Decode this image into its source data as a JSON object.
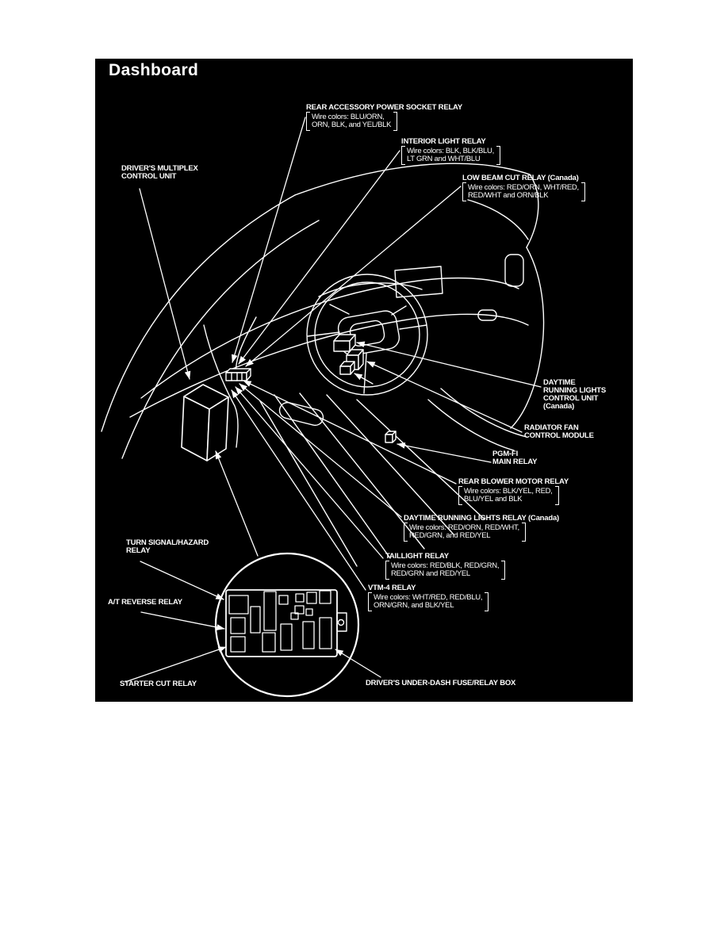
{
  "title": "Dashboard",
  "colors": {
    "page_bg": "#ffffff",
    "panel_bg": "#000000",
    "ink": "#ffffff"
  },
  "callouts": {
    "rear_accessory": {
      "title_lines": [
        "REAR ACCESSORY POWER SOCKET RELAY"
      ],
      "wire_lines": [
        "Wire colors: BLU/ORN,",
        "ORN, BLK, and YEL/BLK"
      ]
    },
    "interior_light": {
      "title_lines": [
        "INTERIOR LIGHT RELAY"
      ],
      "wire_lines": [
        "Wire colors: BLK, BLK/BLU,",
        "LT GRN and WHT/BLU"
      ]
    },
    "low_beam": {
      "title_lines": [
        "LOW BEAM CUT RELAY (Canada)"
      ],
      "wire_lines": [
        "Wire colors: RED/ORN, WHT/RED,",
        "RED/WHT and ORN/BLK"
      ]
    },
    "drivers_multiplex": {
      "title_lines": [
        "DRIVER'S MULTIPLEX",
        "CONTROL UNIT"
      ]
    },
    "drl_control_unit": {
      "title_lines": [
        "DAYTIME",
        "RUNNING LIGHTS",
        "CONTROL UNIT",
        "(Canada)"
      ]
    },
    "radiator_fan": {
      "title_lines": [
        "RADIATOR FAN",
        "CONTROL MODULE"
      ]
    },
    "pgm_fi": {
      "title_lines": [
        "PGM-FI",
        "MAIN RELAY"
      ]
    },
    "rear_blower": {
      "title_lines": [
        "REAR BLOWER MOTOR RELAY"
      ],
      "wire_lines": [
        "Wire colors: BLK/YEL, RED,",
        "BLU/YEL and BLK"
      ]
    },
    "drl_relay": {
      "title_lines": [
        "DAYTIME RUNNING LIGHTS RELAY (Canada)"
      ],
      "wire_lines": [
        "Wire colors: RED/ORN, RED/WHT,",
        "RED/GRN, and RED/YEL"
      ]
    },
    "taillight": {
      "title_lines": [
        "TAILLIGHT RELAY"
      ],
      "wire_lines": [
        "Wire colors: RED/BLK, RED/GRN,",
        "RED/GRN and RED/YEL"
      ]
    },
    "vtm4": {
      "title_lines": [
        "VTM-4 RELAY"
      ],
      "wire_lines": [
        "Wire colors: WHT/RED, RED/BLU,",
        "ORN/GRN, and BLK/YEL"
      ]
    },
    "turn_signal": {
      "title_lines": [
        "TURN SIGNAL/HAZARD",
        "RELAY"
      ]
    },
    "at_reverse": {
      "title_lines": [
        "A/T REVERSE RELAY"
      ]
    },
    "starter_cut": {
      "title_lines": [
        "STARTER CUT RELAY"
      ]
    },
    "under_dash_box": {
      "title_lines": [
        "DRIVER'S UNDER-DASH FUSE/RELAY BOX"
      ]
    }
  }
}
